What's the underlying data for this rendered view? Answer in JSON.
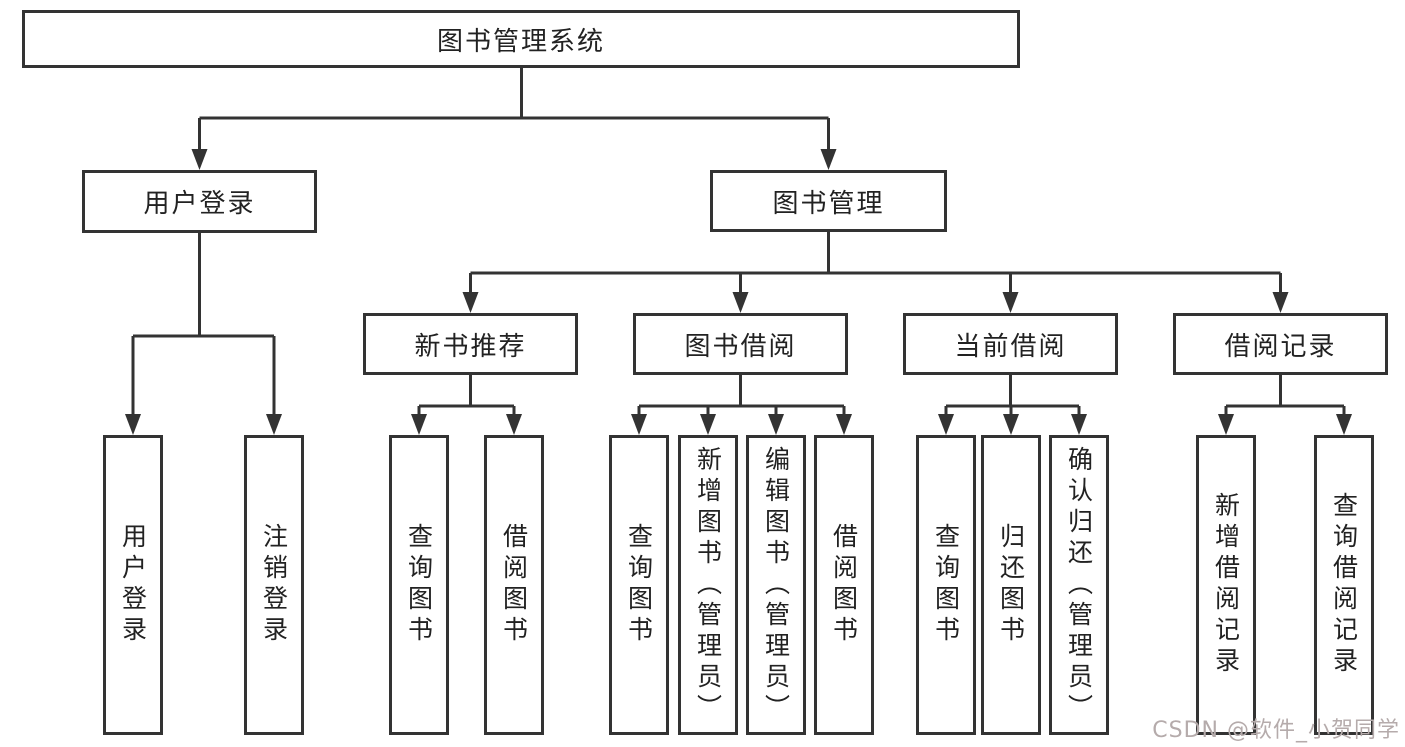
{
  "diagram": {
    "type": "hierarchy-tree",
    "tree": {
      "root": {
        "label": "图书管理系统"
      },
      "branches": [
        {
          "label": "用户登录",
          "children": [
            {
              "label": "用户登录"
            },
            {
              "label": "注销登录"
            }
          ]
        },
        {
          "label": "图书管理",
          "children": [
            {
              "label": "新书推荐",
              "children": [
                {
                  "label": "查询图书"
                },
                {
                  "label": "借阅图书"
                }
              ]
            },
            {
              "label": "图书借阅",
              "children": [
                {
                  "label": "查询图书"
                },
                {
                  "label": "新增图书（管理员）"
                },
                {
                  "label": "编辑图书（管理员）"
                },
                {
                  "label": "借阅图书"
                }
              ]
            },
            {
              "label": "当前借阅",
              "children": [
                {
                  "label": "查询图书"
                },
                {
                  "label": "归还图书"
                },
                {
                  "label": "确认归还（管理员）"
                }
              ]
            },
            {
              "label": "借阅记录",
              "children": [
                {
                  "label": "新增借阅记录"
                },
                {
                  "label": "查询借阅记录"
                }
              ]
            }
          ]
        }
      ]
    }
  },
  "watermark": {
    "text": "CSDN @软件_小贺同学",
    "color": "#b5abab"
  },
  "colors": {
    "background": "#ffffff",
    "line": "#333333",
    "box_border": "#333333",
    "text": "#222222"
  }
}
